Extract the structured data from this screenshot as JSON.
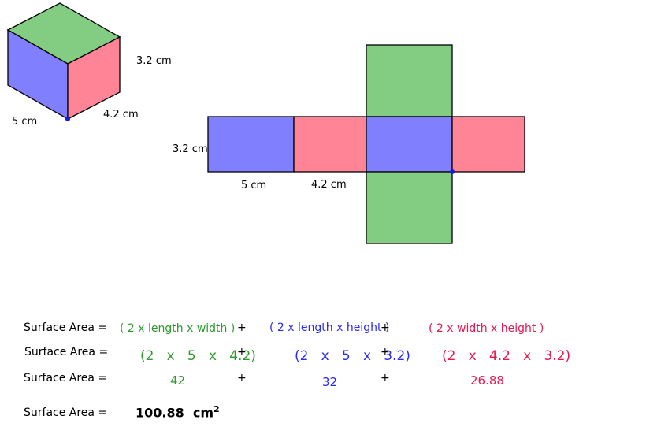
{
  "colors": {
    "green": "#82cd82",
    "blue": "#8080ff",
    "red": "#ff8496",
    "green_text": "#2e9a2e",
    "blue_text": "#2a2af0",
    "red_text": "#e8174f"
  },
  "cube": {
    "top_right_label": "3.2 cm",
    "bottom_right_label": "4.2 cm",
    "left_label": "5 cm"
  },
  "net": {
    "height_label": "3.2 cm",
    "length_label": "5 cm",
    "width_label": "4.2 cm"
  },
  "rows": [
    {
      "label": "Surface Area =",
      "g": "( 2 x length x width )",
      "p1": "+",
      "b": "( 2 x length x height )",
      "p2": "+",
      "r": "( 2 x width x height )"
    },
    {
      "label": "Surface Area =",
      "g": "(2   x   5   x   4.2)",
      "p1": "+",
      "b": "(2   x   5   x   3.2)",
      "p2": "+",
      "r": "(2   x   4.2   x   3.2)"
    },
    {
      "label": "Surface Area =",
      "g": "42",
      "p1": "+",
      "b": "32",
      "p2": "+",
      "r": "26.88"
    }
  ],
  "result": {
    "label": "Surface Area =",
    "value": "100.88  cm",
    "sup": "2"
  }
}
